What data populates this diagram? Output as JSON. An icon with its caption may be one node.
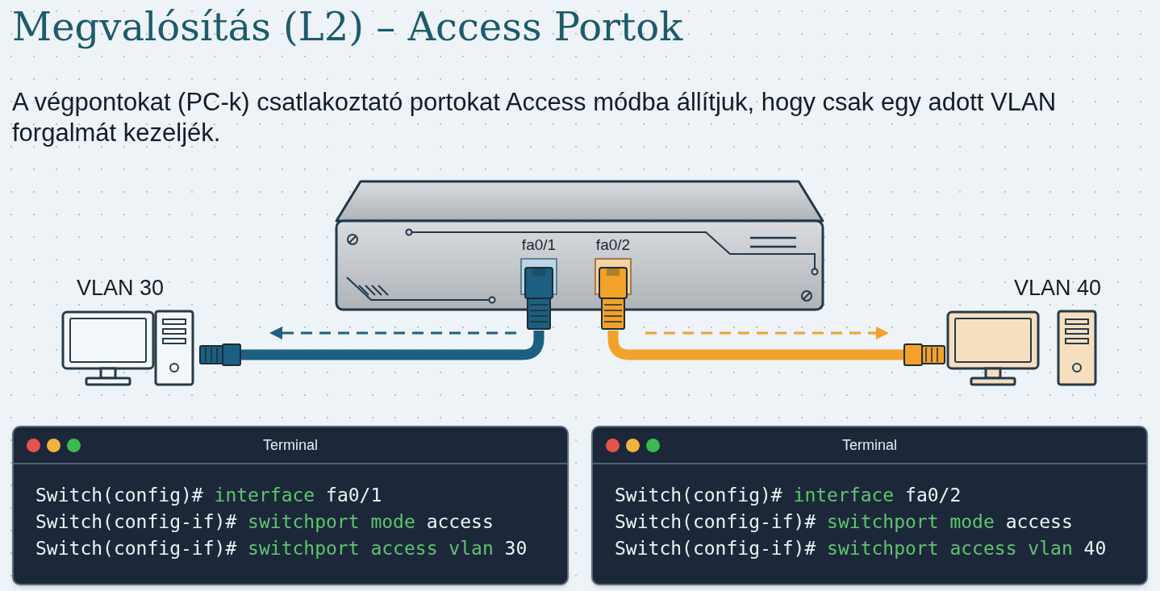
{
  "diagram": {
    "title": "Megvalósítás (L2) – Access Portok",
    "nodes": [
      {
        "text": [],
        "shape": "box"
      },
      {
        "text": [
          "fa0/1"
        ],
        "in": 0
      },
      {
        "text": [
          "fa0/2"
        ],
        "in": 0
      },
      {
        "text": [
          "VLAN 30"
        ]
      },
      {
        "text": [
          "VLAN 40"
        ]
      },
      {
        "text": [
          "Terminal",
          "Switch(config)# interface fa0/1",
          "Switch(config-if)# switchport mode access",
          "Switch(config-if)# switchport access vlan 30"
        ]
      },
      {
        "text": [
          "Terminal",
          "Switch(config)# interface fa0/2",
          "Switch(config-if)# switchport mode access",
          "Switch(config-if)# switchport access vlan 40"
        ]
      }
    ],
    "edges": [
      {
        "from": 1,
        "to": 3,
        "arrow": "none",
        "color": "#1d5f80"
      },
      {
        "from": 2,
        "to": 4,
        "arrow": "none",
        "color": "#f2a12a"
      }
    ],
    "labels": [
      "A végpontokat (PC-k) csatlakoztató portokat Access módba állítjuk, hogy csak egy adott VLAN forgalmát kezeljék."
    ]
  }
}
